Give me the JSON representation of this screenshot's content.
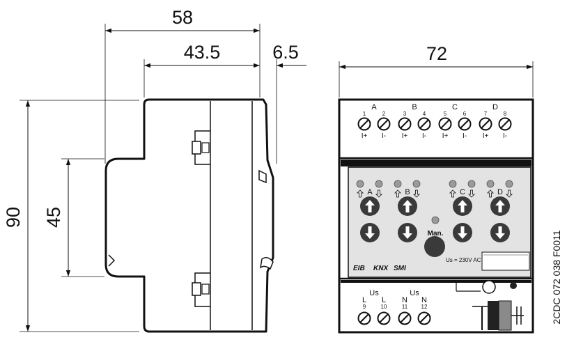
{
  "dimensions": {
    "depth_total": "58",
    "depth_body": "43.5",
    "depth_front": "6.5",
    "height_total": "90",
    "height_rail": "45",
    "width_total": "72"
  },
  "reference_code": "2CDC 072 038 F0011",
  "top_terminals": {
    "channel_labels": [
      "A",
      "B",
      "C",
      "D"
    ],
    "numbers": [
      "1",
      "2",
      "3",
      "4",
      "5",
      "6",
      "7",
      "8"
    ],
    "polarity": [
      "I+",
      "I-",
      "I+",
      "I-",
      "I+",
      "I-",
      "I+",
      "I-"
    ]
  },
  "panel": {
    "channel_labels": [
      "A",
      "B",
      "C",
      "D"
    ],
    "manual_label": "Man.",
    "supply_label": "Us = 230V AC",
    "logos": [
      "EIB",
      "KNX",
      "SMI"
    ]
  },
  "bottom_terminals": {
    "group_labels": [
      "Us",
      "Us"
    ],
    "line_labels": [
      "L",
      "L",
      "N",
      "N"
    ],
    "numbers": [
      "9",
      "10",
      "11",
      "12"
    ]
  },
  "colors": {
    "line": "#111111",
    "panel_gray": "#e3e3e3",
    "led_gray": "#9a9a9a",
    "button_dark": "#3a3a3a"
  }
}
